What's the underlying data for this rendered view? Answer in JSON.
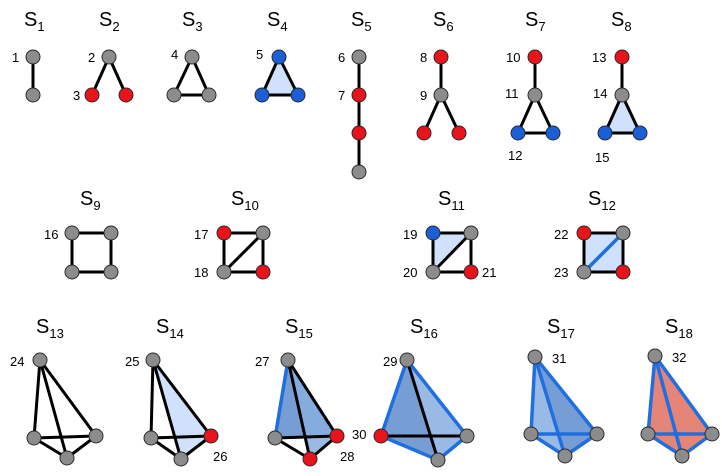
{
  "colors": {
    "gray": "#8c8c8c",
    "red": "#e8141a",
    "blue": "#1a5fd6",
    "blue_light": "#c7dcfb",
    "blue_mid": "#86aee0",
    "blue_dark": "#5f8dcc",
    "red_fill": "#e0705f",
    "edge": "#000000",
    "edge_blue": "#1f6fe0"
  },
  "panels": [
    {
      "id": "S1",
      "title_main": "S",
      "title_sub": "1"
    },
    {
      "id": "S2",
      "title_main": "S",
      "title_sub": "2"
    },
    {
      "id": "S3",
      "title_main": "S",
      "title_sub": "3"
    },
    {
      "id": "S4",
      "title_main": "S",
      "title_sub": "4"
    },
    {
      "id": "S5",
      "title_main": "S",
      "title_sub": "5"
    },
    {
      "id": "S6",
      "title_main": "S",
      "title_sub": "6"
    },
    {
      "id": "S7",
      "title_main": "S",
      "title_sub": "7"
    },
    {
      "id": "S8",
      "title_main": "S",
      "title_sub": "8"
    },
    {
      "id": "S9",
      "title_main": "S",
      "title_sub": "9"
    },
    {
      "id": "S10",
      "title_main": "S",
      "title_sub": "10"
    },
    {
      "id": "S11",
      "title_main": "S",
      "title_sub": "11"
    },
    {
      "id": "S12",
      "title_main": "S",
      "title_sub": "12"
    },
    {
      "id": "S13",
      "title_main": "S",
      "title_sub": "13"
    },
    {
      "id": "S14",
      "title_main": "S",
      "title_sub": "14"
    },
    {
      "id": "S15",
      "title_main": "S",
      "title_sub": "15"
    },
    {
      "id": "S16",
      "title_main": "S",
      "title_sub": "16"
    },
    {
      "id": "S17",
      "title_main": "S",
      "title_sub": "17"
    },
    {
      "id": "S18",
      "title_main": "S",
      "title_sub": "18"
    }
  ],
  "node_labels": [
    "1",
    "2",
    "3",
    "4",
    "5",
    "6",
    "7",
    "8",
    "9",
    "10",
    "11",
    "12",
    "13",
    "14",
    "15",
    "16",
    "17",
    "18",
    "19",
    "20",
    "21",
    "22",
    "23",
    "24",
    "25",
    "26",
    "27",
    "28",
    "29",
    "30",
    "31",
    "32"
  ]
}
